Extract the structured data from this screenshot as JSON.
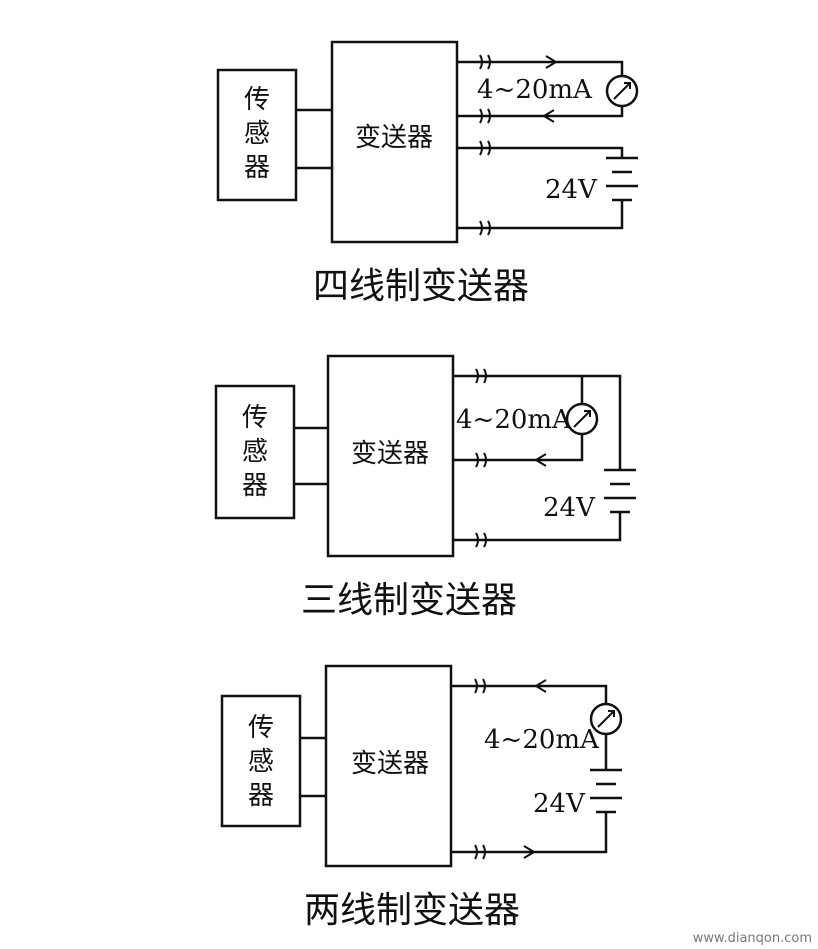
{
  "diagrams": [
    {
      "sensor_label": [
        "传",
        "感",
        "器"
      ],
      "transmitter_label": "变送器",
      "current_label": "4~20mA",
      "voltage_label": "24V",
      "caption": "四线制变送器"
    },
    {
      "sensor_label": [
        "传",
        "感",
        "器"
      ],
      "transmitter_label": "变送器",
      "current_label": "4~20mA",
      "voltage_label": "24V",
      "caption": "三线制变送器"
    },
    {
      "sensor_label": [
        "传",
        "感",
        "器"
      ],
      "transmitter_label": "变送器",
      "current_label": "4~20mA",
      "voltage_label": "24V",
      "caption": "两线制变送器"
    }
  ],
  "watermark": "www.dianqon.com",
  "colors": {
    "line": "#111111",
    "background": "#ffffff"
  }
}
